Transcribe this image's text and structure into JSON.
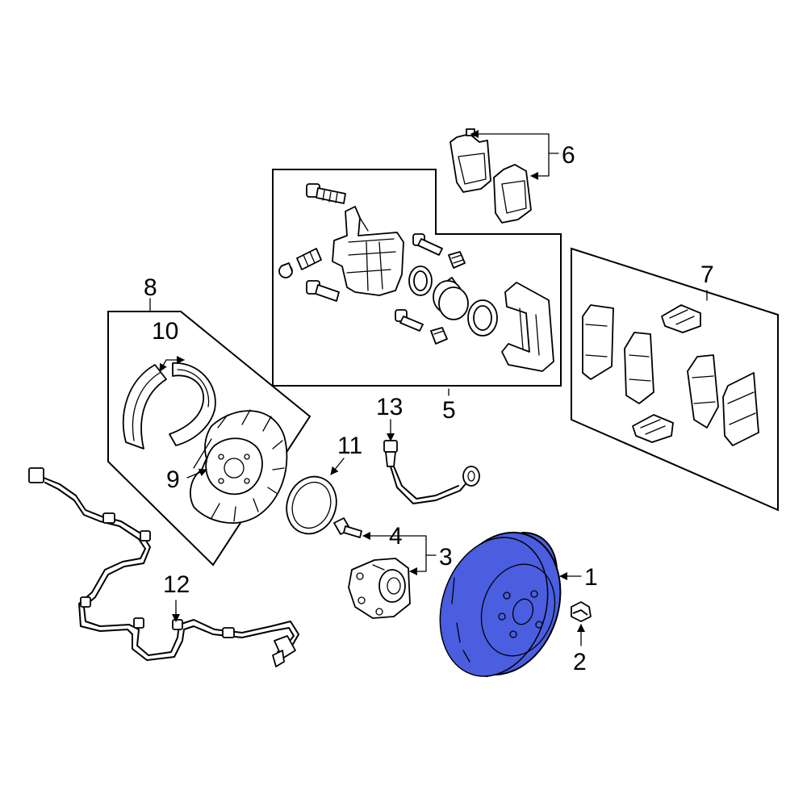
{
  "colors": {
    "highlight": "#4b5ee0",
    "line": "#000000",
    "background": "#ffffff"
  },
  "callouts": [
    {
      "id": "1",
      "text": "1"
    },
    {
      "id": "2",
      "text": "2"
    },
    {
      "id": "3",
      "text": "3"
    },
    {
      "id": "4",
      "text": "4"
    },
    {
      "id": "5",
      "text": "5"
    },
    {
      "id": "6",
      "text": "6"
    },
    {
      "id": "7",
      "text": "7"
    },
    {
      "id": "8",
      "text": "8"
    },
    {
      "id": "9",
      "text": "9"
    },
    {
      "id": "10",
      "text": "10"
    },
    {
      "id": "11",
      "text": "11"
    },
    {
      "id": "12",
      "text": "12"
    },
    {
      "id": "13",
      "text": "13"
    }
  ]
}
